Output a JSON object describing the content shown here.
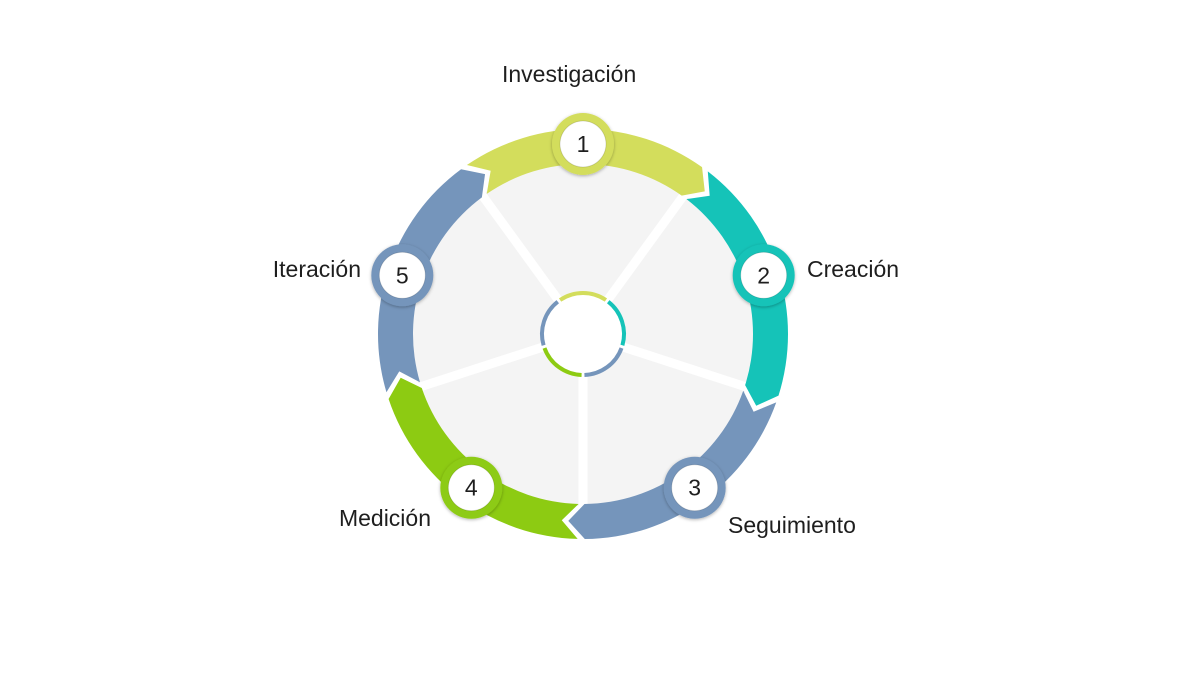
{
  "diagram": {
    "type": "cycle",
    "steps": [
      {
        "number": "1",
        "label": "Investigación",
        "color": "#d3dd5c"
      },
      {
        "number": "2",
        "label": "Creación",
        "color": "#15c3b8"
      },
      {
        "number": "3",
        "label": "Seguimiento",
        "color": "#7595bb"
      },
      {
        "number": "4",
        "label": "Medición",
        "color": "#8dcb12"
      },
      {
        "number": "5",
        "label": "Iteración",
        "color": "#7595bb"
      }
    ],
    "disc_color": "#f4f4f4"
  }
}
